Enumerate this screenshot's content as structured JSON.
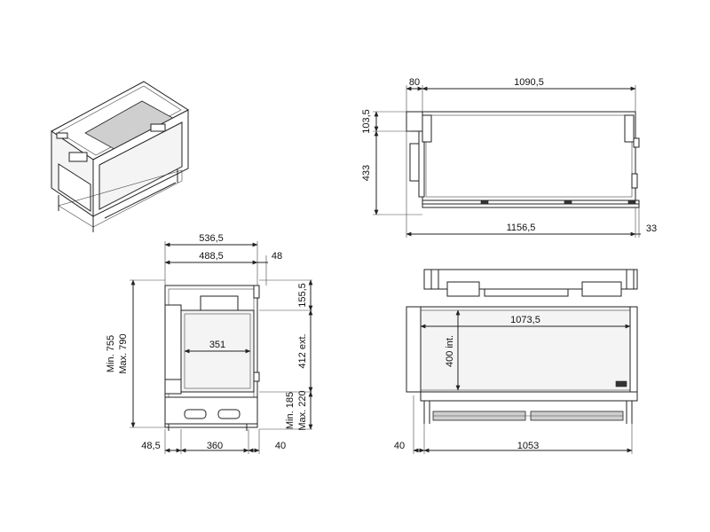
{
  "dimensions": {
    "side_top_80": "80",
    "side_top_1090_5": "1090,5",
    "side_left_103_5": "103,5",
    "side_left_433": "433",
    "side_bottom_1156_5": "1156,5",
    "side_right_33": "33",
    "front_top_536_5": "536,5",
    "front_top_488_5": "488,5",
    "front_right_48": "48",
    "front_right_155_5": "155,5",
    "front_inner_351": "351",
    "front_right_412_ext": "412 ext.",
    "front_left_min_755": "Min. 755",
    "front_left_max_790": "Max. 790",
    "front_right_min_185": "Min. 185",
    "front_right_max_220": "Max. 220",
    "front_bottom_48_5": "48,5",
    "front_bottom_360": "360",
    "front_bottom_40": "40",
    "long_inner_1073_5": "1073,5",
    "long_inner_400_int": "400 int.",
    "long_bottom_40": "40",
    "long_bottom_1053": "1053"
  }
}
